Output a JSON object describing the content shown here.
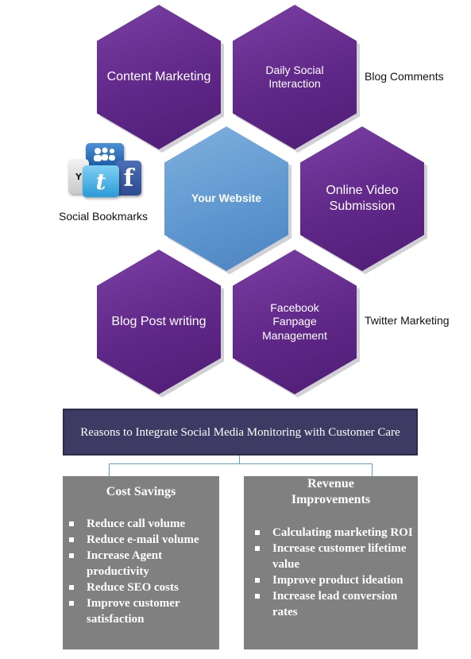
{
  "hexagons": {
    "content_marketing": "Content Marketing",
    "daily_social": "Daily Social Interaction",
    "your_website": "Your Website",
    "online_video": "Online Video Submission",
    "blog_post": "Blog Post writing",
    "facebook_fanpage": "Facebook Fanpage Management"
  },
  "labels": {
    "blog_comments": "Blog Comments",
    "social_bookmarks": "Social Bookmarks",
    "twitter_marketing": "Twitter Marketing"
  },
  "icons": [
    "youtube-icon",
    "twitter-icon",
    "facebook-icon",
    "myspace-icon"
  ],
  "reasons_title": "Reasons to Integrate Social Media Monitoring with Customer Care",
  "cost_savings": {
    "title": "Cost Savings",
    "items": [
      "Reduce call volume",
      "Reduce e-mail volume",
      "Increase Agent productivity",
      "Reduce SEO costs",
      "Improve customer satisfaction"
    ]
  },
  "revenue_improvements": {
    "title": "Revenue Improvements",
    "items": [
      "Calculating marketing ROI",
      "Increase customer lifetime value",
      "Improve product ideation",
      "Increase lead conversion rates"
    ]
  },
  "colors": {
    "hex_purple": "#5f2788",
    "hex_blue": "#5d96cf",
    "reasons_box": "#3d3a63",
    "panel_gray": "#808080",
    "connector": "#5aa3d8"
  }
}
